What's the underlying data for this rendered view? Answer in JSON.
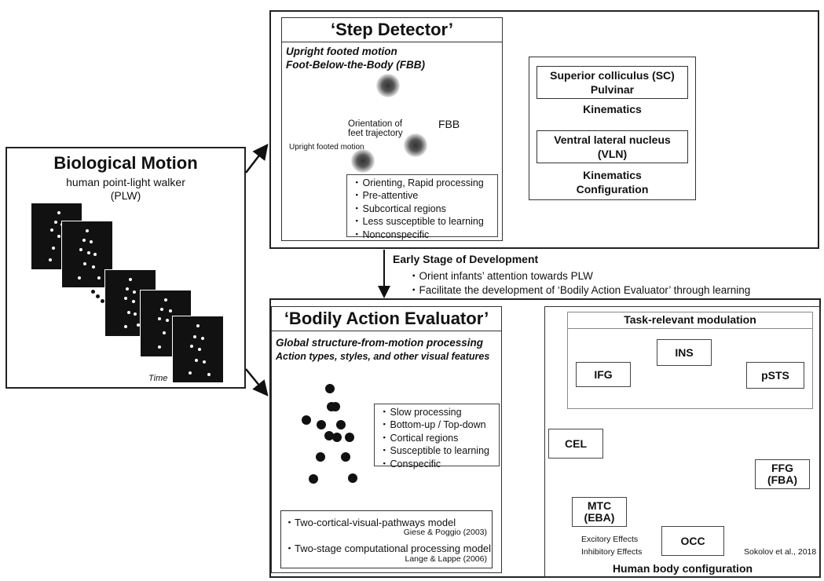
{
  "bio": {
    "title": "Biological Motion",
    "subtitle": "human point-light walker",
    "abbr": "(PLW)",
    "time_label": "Time"
  },
  "step": {
    "title": "‘Step Detector’",
    "sub1": "Upright footed motion",
    "sub2": "Foot-Below-the-Body (FBB)",
    "fbb_label": "FBB",
    "orientation_label_1": "Orientation of",
    "orientation_label_2": "feet trajectory",
    "upright_label": "Upright footed motion",
    "properties": [
      "Orienting, Rapid processing",
      "Pre-attentive",
      "Subcortical regions",
      "Less susceptible to learning",
      "Nonconspecific"
    ]
  },
  "sc": {
    "line1": "Superior colliculus (SC)",
    "line2": "Pulvinar",
    "kin1": "Kinematics",
    "vln1": "Ventral lateral nucleus",
    "vln2": "(VLN)",
    "kin2": "Kinematics",
    "config": "Configuration"
  },
  "dev": {
    "title": "Early Stage of Development",
    "points": [
      "Orient infants’ attention towards PLW",
      "Facilitate the development of ‘Bodily Action Evaluator’ through learning"
    ]
  },
  "bae": {
    "title": "‘Bodily Action Evaluator’",
    "sub1": "Global structure-from-motion processing",
    "sub2": "Action types, styles, and other visual features",
    "properties": [
      "Slow processing",
      "Bottom-up / Top-down",
      "Cortical regions",
      "Susceptible to learning",
      "Conspecific"
    ],
    "model1": "Two-cortical-visual-pathways model",
    "model1_ref": "Giese & Poggio (2003)",
    "model2": "Two-stage computational processing model",
    "model2_ref": "Lange & Lappe (2006)"
  },
  "network": {
    "task_label": "Task-relevant modulation",
    "nodes": {
      "ins": "INS",
      "ifg": "IFG",
      "psts": "pSTS",
      "cel": "CEL",
      "ffg1": "FFG",
      "ffg2": "(FBA)",
      "mtc1": "MTC",
      "mtc2": "(EBA)",
      "occ": "OCC"
    },
    "legend_excitory": "Excitory Effects",
    "legend_inhibitory": "Inhibitory Effects",
    "citation": "Sokolov et al., 2018",
    "bottom_label": "Human body configuration"
  }
}
